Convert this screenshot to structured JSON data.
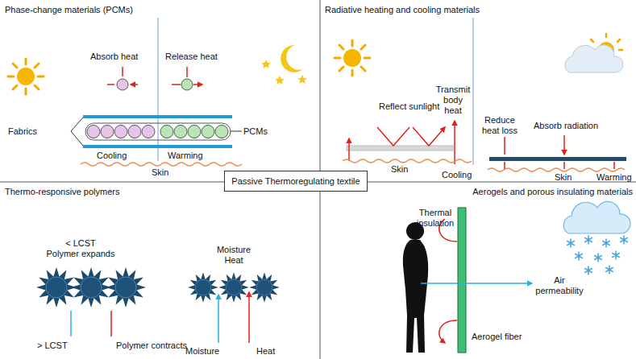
{
  "diagram": {
    "nodes": [
      {
        "text": [
          "Passive Thermoregulating textile"
        ]
      }
    ],
    "labels": [
      "Phase-change materials (PCMs)",
      "Absorb heat",
      "Release heat",
      "Fabrics",
      "PCMs",
      "Cooling",
      "Warming",
      "Skin",
      "Radiative heating and cooling materials",
      "Reflect sunlight",
      "Transmit body heat",
      "Skin",
      "Cooling",
      "Reduce heat loss",
      "Absorb radiation",
      "Skin",
      "Warming",
      "Thermo-responsive polymers",
      "< LCST",
      "Polymer expands",
      "Moisture",
      "Heat",
      "> LCST",
      "Polymer contracts",
      "Moisture",
      "Heat",
      "Aerogels and porous insulating materials",
      "Thermal insulation",
      "Air permeability",
      "Aerogel fiber"
    ]
  }
}
